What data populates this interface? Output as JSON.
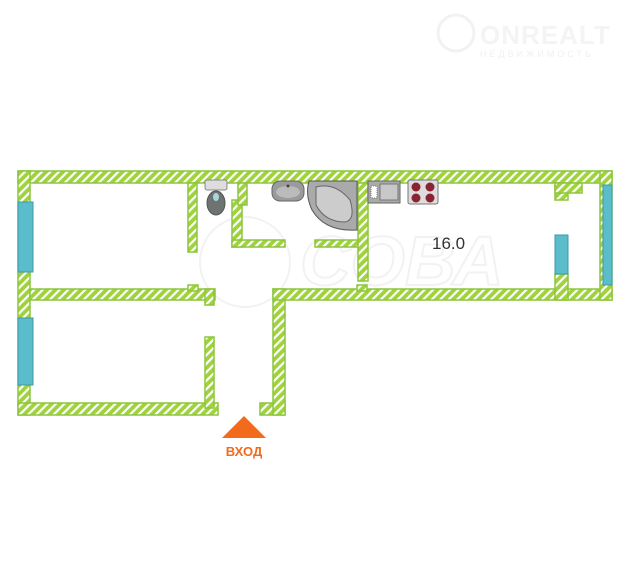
{
  "logo": {
    "name": "ONREALT",
    "subtitle": "НЕДВИЖИМОСТЬ"
  },
  "watermark": "СОВА",
  "rooms": [
    {
      "area_label": "16.0"
    }
  ],
  "entrance": {
    "label": "ВХОД"
  },
  "colors": {
    "wall": "#8cc63f",
    "window": "#5bbccc",
    "entrance": "#f26a1b"
  }
}
